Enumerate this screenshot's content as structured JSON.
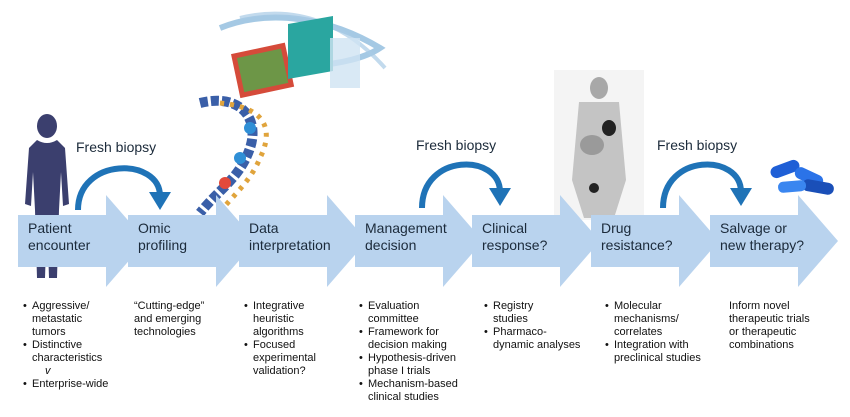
{
  "stages": [
    {
      "line1": "Patient",
      "line2": "encounter"
    },
    {
      "line1": "Omic",
      "line2": "profiling"
    },
    {
      "line1": "Data",
      "line2": "interpretation"
    },
    {
      "line1": "Management",
      "line2": "decision"
    },
    {
      "line1": "Clinical",
      "line2": "response?"
    },
    {
      "line1": "Drug",
      "line2": "resistance?"
    },
    {
      "line1": "Salvage or",
      "line2": "new therapy?"
    }
  ],
  "biopsy_label": "Fresh biopsy",
  "details": {
    "patient": [
      "Aggressive/",
      "metastatic",
      "tumors",
      "Distinctive",
      "characteristics",
      "v",
      "Enterprise-wide"
    ],
    "omic": [
      "“Cutting-edge”",
      "and emerging",
      "technologies"
    ],
    "data": [
      "Integrative",
      "heuristic",
      "algorithms",
      "Focused",
      "experimental",
      "validation?"
    ],
    "management": [
      "Evaluation",
      "committee",
      "Framework for",
      "decision making",
      "Hypothesis-driven",
      "phase I trials",
      "Mechanism-based",
      "clinical studies"
    ],
    "clinical": [
      "Registry",
      "studies",
      "Pharmaco-",
      "dynamic analyses"
    ],
    "drug": [
      "Molecular",
      "mechanisms/",
      "correlates",
      "Integration with",
      "preclinical studies"
    ],
    "salvage": [
      "Inform novel",
      "therapeutic trials",
      "or therapeutic",
      "combinations"
    ]
  },
  "colors": {
    "arrow_fill": "#b9d3ee",
    "loop": "#1f73b7",
    "silhouette": "#3b3f6e",
    "pill": "#1f5fd6"
  }
}
